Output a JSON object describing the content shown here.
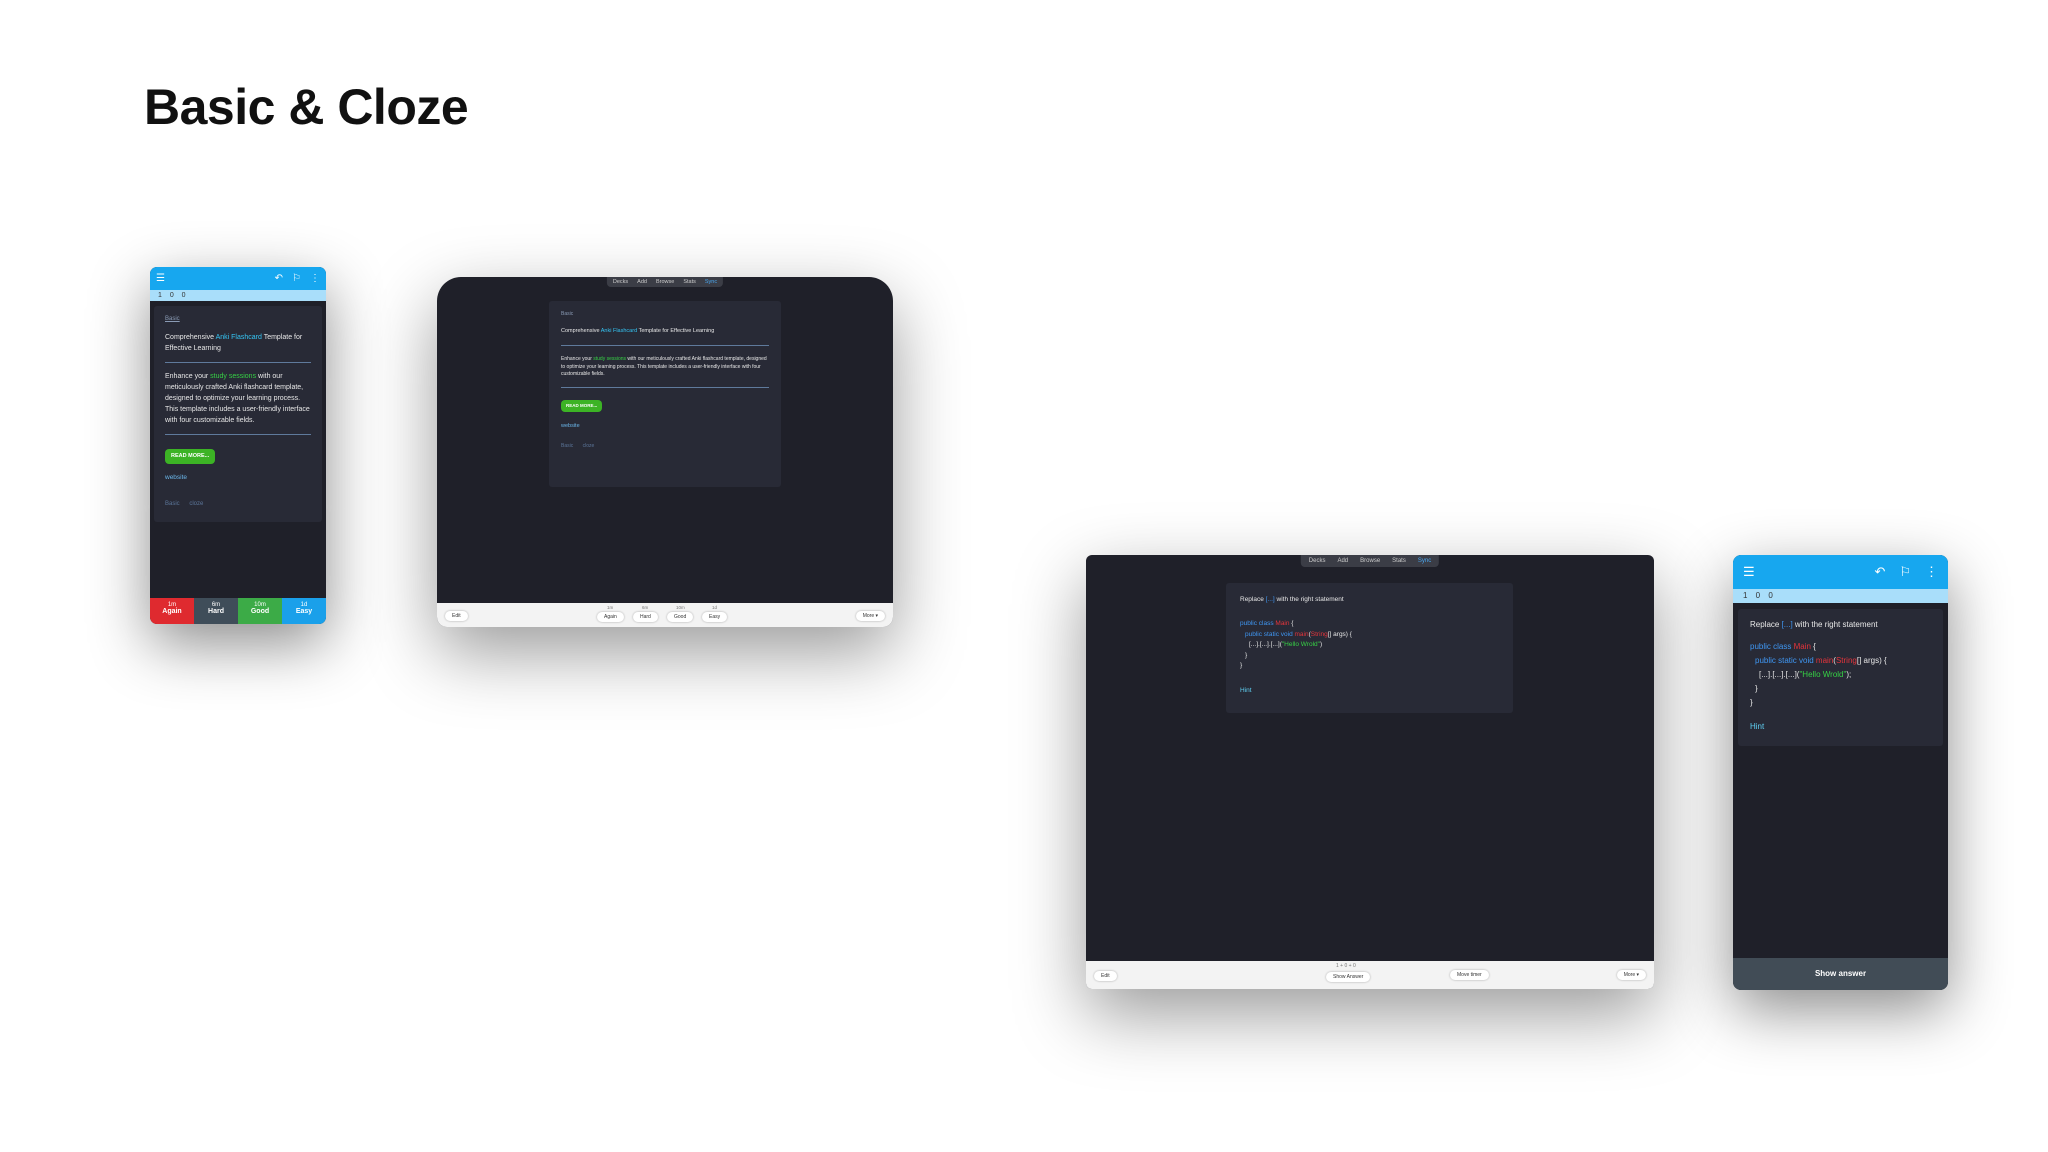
{
  "page": {
    "title": "Basic & Cloze"
  },
  "icons": {
    "menu": "☰",
    "undo": "↶",
    "flag": "⚐",
    "more": "⋮"
  },
  "basic": {
    "counts": "1 0 0",
    "label": "Basic",
    "intro_pre": "Comprehensive ",
    "intro_link": "Anki Flashcard",
    "intro_post": " Template for Effective Learning",
    "body_pre": "Enhance your ",
    "body_link": "study sessions",
    "body_post": " with our meticulously crafted Anki flashcard template, designed to optimize your learning process. This template includes a user-friendly interface with four customizable fields.",
    "read_more": "READ MORE...",
    "website": "website",
    "tags": [
      "Basic",
      "cloze"
    ],
    "answers": [
      {
        "time": "1m",
        "label": "Again",
        "color": "#df2a2f"
      },
      {
        "time": "6m",
        "label": "Hard",
        "color": "#3f4d59"
      },
      {
        "time": "10m",
        "label": "Good",
        "color": "#3cab47"
      },
      {
        "time": "1d",
        "label": "Easy",
        "color": "#1aa0ea"
      }
    ]
  },
  "desktop_toolbar": [
    "Decks",
    "Add",
    "Browse",
    "Stats",
    "Sync"
  ],
  "desktop_basic": {
    "edit": "Edit",
    "more": "More ▾",
    "answers": [
      {
        "time": "1m",
        "label": "Again"
      },
      {
        "time": "6m",
        "label": "Hard"
      },
      {
        "time": "10m",
        "label": "Good"
      },
      {
        "time": "1d",
        "label": "Easy"
      }
    ]
  },
  "cloze": {
    "counts": "1 0 0",
    "prompt_pre": "Replace ",
    "prompt_mark": "[...]",
    "prompt_post": " with the right statement",
    "code": {
      "l1_kw": "public class ",
      "l1_name": "Main",
      "l1_end": " {",
      "l2_kw": "public static void ",
      "l2_name": "main",
      "l2_paren": "(",
      "l2_type": "String",
      "l2_end": "[] args) {",
      "l3_pre": "[...].[...].[...](",
      "l3_str": "\"Hello Wrold\"",
      "l3_end": ");",
      "l3_end_desktop": ")",
      "l4": "}",
      "l5": "}"
    },
    "hint": "Hint",
    "show_answer": "Show answer",
    "desktop": {
      "counts": "1 + 0 + 0",
      "edit": "Edit",
      "show_answer": "Show Answer",
      "more_time": "Move timer",
      "more": "More ▾"
    }
  }
}
